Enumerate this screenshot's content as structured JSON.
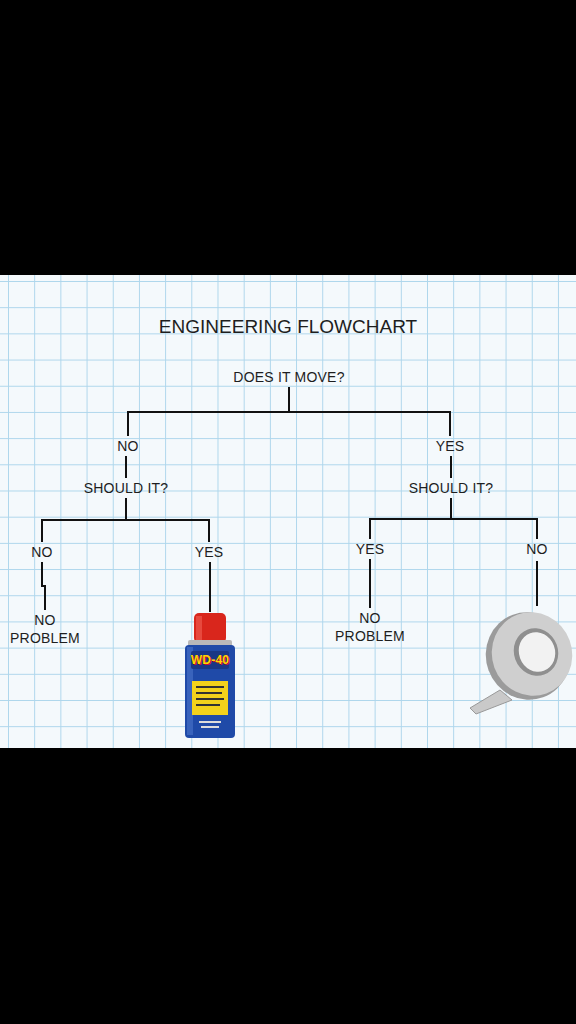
{
  "diagram": {
    "title": "ENGINEERING FLOWCHART",
    "nodes": [
      {
        "text": [
          "DOES IT MOVE?"
        ]
      },
      {
        "text": [
          "NO"
        ]
      },
      {
        "text": [
          "YES"
        ]
      },
      {
        "text": [
          "SHOULD IT?"
        ]
      },
      {
        "text": [
          "SHOULD IT?"
        ]
      },
      {
        "text": [
          "NO"
        ]
      },
      {
        "text": [
          "YES"
        ]
      },
      {
        "text": [
          "YES"
        ]
      },
      {
        "text": [
          "NO"
        ]
      },
      {
        "text": [
          "NO PROBLEM"
        ]
      },
      {
        "text": [
          "WD-40"
        ]
      },
      {
        "text": [
          "NO PROBLEM"
        ]
      }
    ],
    "edges": [
      {
        "from": 0,
        "to": 1,
        "arrow": "none"
      },
      {
        "from": 0,
        "to": 2,
        "arrow": "none"
      },
      {
        "from": 1,
        "to": 3,
        "arrow": "none"
      },
      {
        "from": 2,
        "to": 4,
        "arrow": "none"
      },
      {
        "from": 3,
        "to": 5,
        "arrow": "none"
      },
      {
        "from": 3,
        "to": 6,
        "arrow": "none"
      },
      {
        "from": 4,
        "to": 7,
        "arrow": "none"
      },
      {
        "from": 4,
        "to": 8,
        "arrow": "none"
      },
      {
        "from": 5,
        "to": 9,
        "arrow": "none"
      },
      {
        "from": 6,
        "to": 10,
        "arrow": "none"
      },
      {
        "from": 7,
        "to": 11,
        "arrow": "none"
      }
    ]
  }
}
